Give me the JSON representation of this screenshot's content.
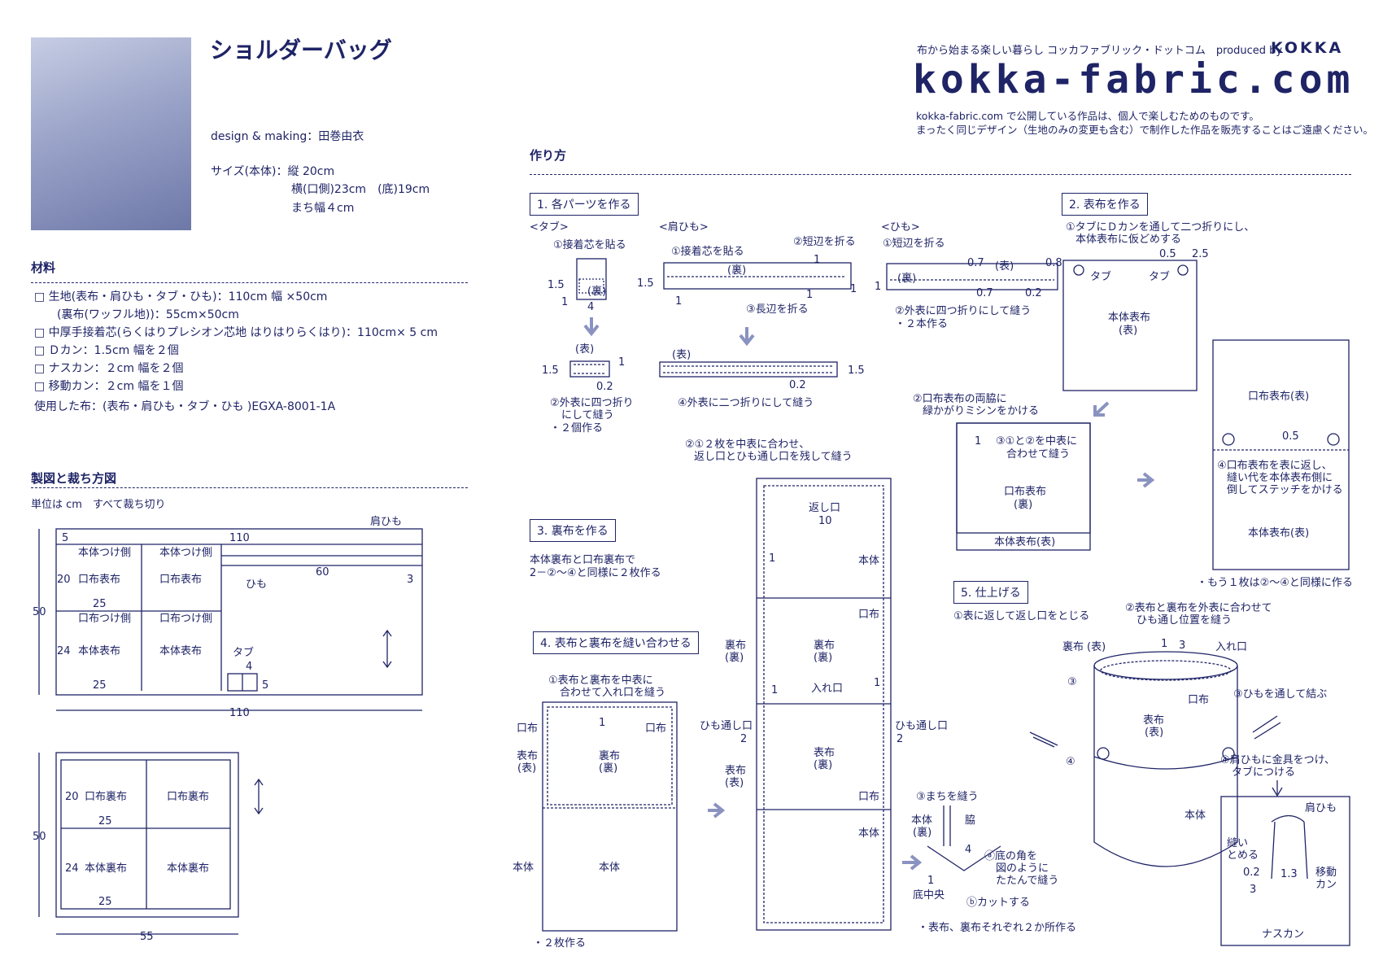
{
  "header": {
    "title": "ショルダーバッグ",
    "design": "design & making：田巻由衣",
    "size_label": "サイズ(本体)：縦 20cm",
    "size_width": "横(口側)23cm　(底)19cm",
    "size_gusset": "まち幅４cm"
  },
  "brand": {
    "tagline": "布から始まる楽しい暮らし コッカファブリック・ドットコム　produced by",
    "maker": "KOKKA",
    "logo": "kokka-fabric.com",
    "notice1": "kokka-fabric.com で公開している作品は、個人で楽しむためのものです。",
    "notice2": "まったく同じデザイン（生地のみの変更も含む）で制作した作品を販売することはご遠慮ください。"
  },
  "materials": {
    "heading": "材料",
    "items": [
      "□ 生地(表布・肩ひも・タブ・ひも)：110cm 幅 ×50cm",
      "　　(裏布(ワッフル地))：55cm×50cm",
      "□ 中厚手接着芯(らくはりプレシオン芯地 はりはりらくはり)：110cm× 5 cm",
      "□ Ｄカン：1.5cm 幅を２個",
      "□ ナスカン：２cm 幅を２個",
      "□ 移動カン：２cm 幅を１個"
    ],
    "used_fabric": "使用した布：(表布・肩ひも・タブ・ひも )EGXA-8001-1A"
  },
  "cutting": {
    "heading": "製図と裁ち方図",
    "note": "単位は cm　すべて裁ち切り"
  },
  "howto": {
    "heading": "作り方",
    "step1": "1. 各パーツを作る",
    "step2": "2. 表布を作る",
    "step3": "3. 裏布を作る",
    "step3_note1": "本体裏布と口布裏布で",
    "step3_note2": "2－②～④と同様に２枚作る",
    "step4": "4. 表布と裏布を縫い合わせる",
    "step5": "5. 仕上げる"
  },
  "labels": {
    "tab": "<タブ>",
    "shoulder": "<肩ひも>",
    "himo": "<ひも>",
    "fuse": "①接着芯を貼る",
    "fold_short": "②短辺を折る",
    "fold_long": "③長辺を折る",
    "fold_short1": "①短辺を折る",
    "ura": "(裏)",
    "omote": "(表)",
    "tab_sew1": "②外表に四つ折り",
    "tab_sew2": "にして縫う",
    "tab_sew3": "・２個作る",
    "sh_sew": "④外表に二つ折りにして縫う",
    "himo_sew": "②外表に四つ折りにして縫う",
    "himo_two": "・２本作る",
    "s2_1": "①タブにＤカンを通して二つ折りにし、",
    "s2_2": "本体表布に仮どめする",
    "tab_word": "タブ",
    "body_front": "本体表布",
    "front_paren": "(表)",
    "s2_over1": "②口布表布の両脇に",
    "s2_over2": "緑かがりミシンをかける",
    "s2_match1": "③①と②を中表に",
    "s2_match2": "合わせて縫う",
    "kuchi_front": "口布表布",
    "ura_paren": "(裏)",
    "body_front_omote": "本体表布(表)",
    "kuchi_front_omote": "口布表布(表)",
    "s2_turn1": "④口布表布を表に返し、",
    "s2_turn2": "縫い代を本体表布側に",
    "s2_turn3": "倒してステッチをかける",
    "one_more": "・もう１枚は②～④と同様に作る",
    "s4_1": "①表布と裏布を中表に",
    "s4_2": "合わせて入れ口を縫う",
    "kuchi": "口布",
    "omote_fu": "表布",
    "ura_fu": "裏布",
    "hontai": "本体",
    "two_make": "・２枚作る",
    "s4_c1": "②①２枚を中表に合わせ、",
    "s4_c2": "返し口とひも通し口を残して縫う",
    "kaeshi": "返し口",
    "ireguchi": "入れ口",
    "himotoshi": "ひも通し口",
    "machi": "③まちを縫う",
    "waki": "脇",
    "soko": "底中央",
    "corner1": "ⓐ底の角を",
    "corner2": "図のように",
    "corner3": "たたんで縫う",
    "cut": "ⓑカットする",
    "both": "・表布、裏布それぞれ２か所作る",
    "s5_1": "①表に返して返し口をとじる",
    "s5_2a": "②表布と裏布を外表に合わせて",
    "s5_2b": "ひも通し位置を縫う",
    "s5_3": "③ひもを通して結ぶ",
    "s5_4a": "④肩ひもに金具をつけ、",
    "s5_4b": "タブにつける",
    "strap": "肩ひも",
    "nuitome1": "縫い",
    "nuitome2": "とめる",
    "idou1": "移動",
    "idou2": "カン",
    "nasu": "ナスカン",
    "kata": "肩ひも",
    "himo_w": "ひも",
    "tab_w": "タブ",
    "hontai_tsuke": "本体つけ側",
    "kuchi_tsuke": "口布つけ側",
    "kuchi_ura": "口布裏布",
    "hontai_ura": "本体裏布",
    "kuchi_omote": "口布表布",
    "hontai_omote": "本体表布"
  },
  "colors": {
    "ink": "#1f2466",
    "arrow": "#8a93c0",
    "paper": "#ffffff"
  }
}
